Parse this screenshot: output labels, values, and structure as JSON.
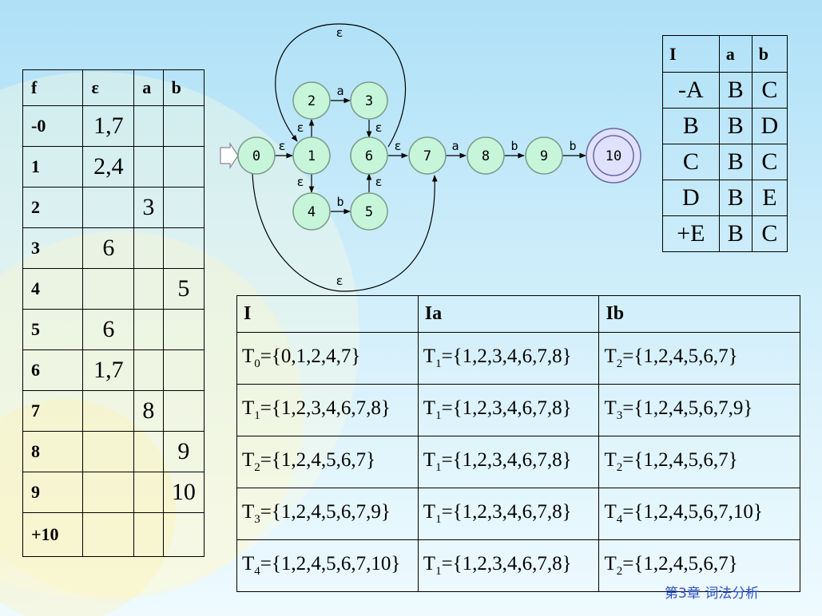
{
  "nfa_table": {
    "headers": [
      "f",
      "ε",
      "a",
      "b"
    ],
    "rows": [
      {
        "state": "-0",
        "eps": "1,7",
        "a": "",
        "b": ""
      },
      {
        "state": "1",
        "eps": "2,4",
        "a": "",
        "b": ""
      },
      {
        "state": "2",
        "eps": "",
        "a": "3",
        "b": ""
      },
      {
        "state": "3",
        "eps": "6",
        "a": "",
        "b": ""
      },
      {
        "state": "4",
        "eps": "",
        "a": "",
        "b": "5"
      },
      {
        "state": "5",
        "eps": "6",
        "a": "",
        "b": ""
      },
      {
        "state": "6",
        "eps": "1,7",
        "a": "",
        "b": ""
      },
      {
        "state": "7",
        "eps": "",
        "a": "8",
        "b": ""
      },
      {
        "state": "8",
        "eps": "",
        "a": "",
        "b": "9"
      },
      {
        "state": "9",
        "eps": "",
        "a": "",
        "b": "10"
      },
      {
        "state": "+10",
        "eps": "",
        "a": "",
        "b": ""
      }
    ]
  },
  "diagram": {
    "nodes": [
      "0",
      "1",
      "2",
      "3",
      "4",
      "5",
      "6",
      "7",
      "8",
      "9",
      "10"
    ],
    "edge_labels": {
      "e01": "ε",
      "e12": "ε",
      "e23": "a",
      "e36": "ε",
      "e14": "ε",
      "e45": "b",
      "e56": "ε",
      "e67": "ε",
      "e78": "a",
      "e89": "b",
      "e910": "b",
      "loop_top": "ε",
      "loop_bottom": "ε"
    }
  },
  "dfa_table": {
    "headers": [
      "I",
      "a",
      "b"
    ],
    "rows": [
      {
        "state": "-A",
        "a": "B",
        "b": "C"
      },
      {
        "state": "B",
        "a": "B",
        "b": "D"
      },
      {
        "state": "C",
        "a": "B",
        "b": "C"
      },
      {
        "state": "D",
        "a": "B",
        "b": "E"
      },
      {
        "state": "+E",
        "a": "B",
        "b": "C"
      }
    ]
  },
  "subset_table": {
    "headers": [
      "I",
      "Ia",
      "Ib"
    ],
    "rows": [
      {
        "i_name": "T",
        "i_sub": "0",
        "i_set": "={0,1,2,4,7}",
        "a_name": "T",
        "a_sub": "1",
        "a_set": "={1,2,3,4,6,7,8}",
        "b_name": "T",
        "b_sub": "2",
        "b_set": "={1,2,4,5,6,7}"
      },
      {
        "i_name": "T",
        "i_sub": "1",
        "i_set": "={1,2,3,4,6,7,8}",
        "a_name": "T",
        "a_sub": "1",
        "a_set": "={1,2,3,4,6,7,8}",
        "b_name": "T",
        "b_sub": "3",
        "b_set": "={1,2,4,5,6,7,9}"
      },
      {
        "i_name": "T",
        "i_sub": "2",
        "i_set": "={1,2,4,5,6,7}",
        "a_name": "T",
        "a_sub": "1",
        "a_set": "={1,2,3,4,6,7,8}",
        "b_name": "T",
        "b_sub": "2",
        "b_set": "={1,2,4,5,6,7}"
      },
      {
        "i_name": "T",
        "i_sub": "3",
        "i_set": "={1,2,4,5,6,7,9}",
        "a_name": "T",
        "a_sub": "1",
        "a_set": "={1,2,3,4,6,7,8}",
        "b_name": "T",
        "b_sub": "4",
        "b_set": "={1,2,4,5,6,7,10}"
      },
      {
        "i_name": "T",
        "i_sub": "4",
        "i_set": "={1,2,4,5,6,7,10}",
        "a_name": "T",
        "a_sub": "1",
        "a_set": "={1,2,3,4,6,7,8}",
        "b_name": "T",
        "b_sub": "2",
        "b_set": "={1,2,4,5,6,7}"
      }
    ]
  },
  "footer": "第3章  词法分析",
  "colors": {
    "background_top": "#aee0f7",
    "background_bottom": "#eefaff",
    "node_fill": "#c6f5da",
    "final_node_fill": "#e0e0ff",
    "footer_text": "#2a4fc8"
  }
}
